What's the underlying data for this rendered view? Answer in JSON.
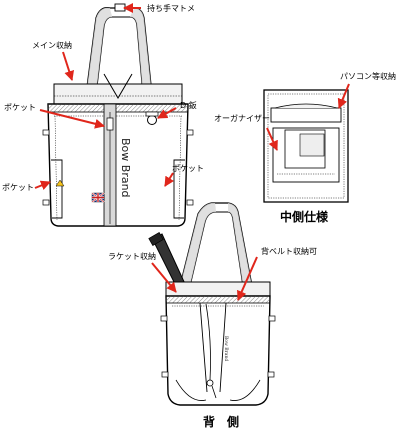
{
  "labels": {
    "handle_marker": "持ち手マトメ",
    "main_storage": "メイン収納",
    "pocket_front_top": "ポケット",
    "d_ring": "D 鈑",
    "pocket_right": "ポケット",
    "pocket_left": "ポケット",
    "pc_storage": "パソコン等収納",
    "organizer": "オーガナイザー",
    "inside_spec": "中側仕様",
    "racket_storage": "ラケット収納",
    "back_belt": "背ベルト収納可",
    "back_side": "背　側"
  },
  "brand": {
    "front_text": "Bow Brand",
    "back_text": "Bow Brand"
  },
  "colors": {
    "arrow": "#e0261b",
    "outline": "#000000",
    "flag_blue": "#1f3a8a",
    "flag_red": "#cc1f1f"
  }
}
